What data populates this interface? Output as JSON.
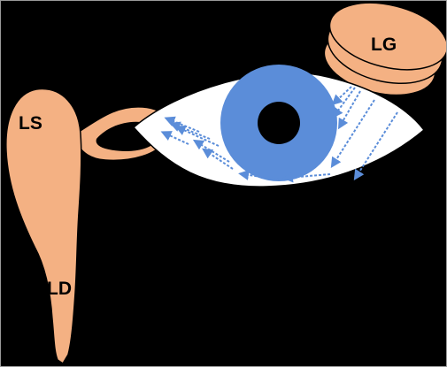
{
  "labels": {
    "lacrimal_gland": "LG",
    "lacrimal_sac": "LS",
    "lacrimal_duct": "LD"
  },
  "colors": {
    "background": "#000000",
    "tissue": "#F4B183",
    "iris": "#5B8DD9",
    "pupil": "#000000",
    "sclera": "#FFFFFF",
    "tear_flow_arrows": "#5B8DD9"
  }
}
